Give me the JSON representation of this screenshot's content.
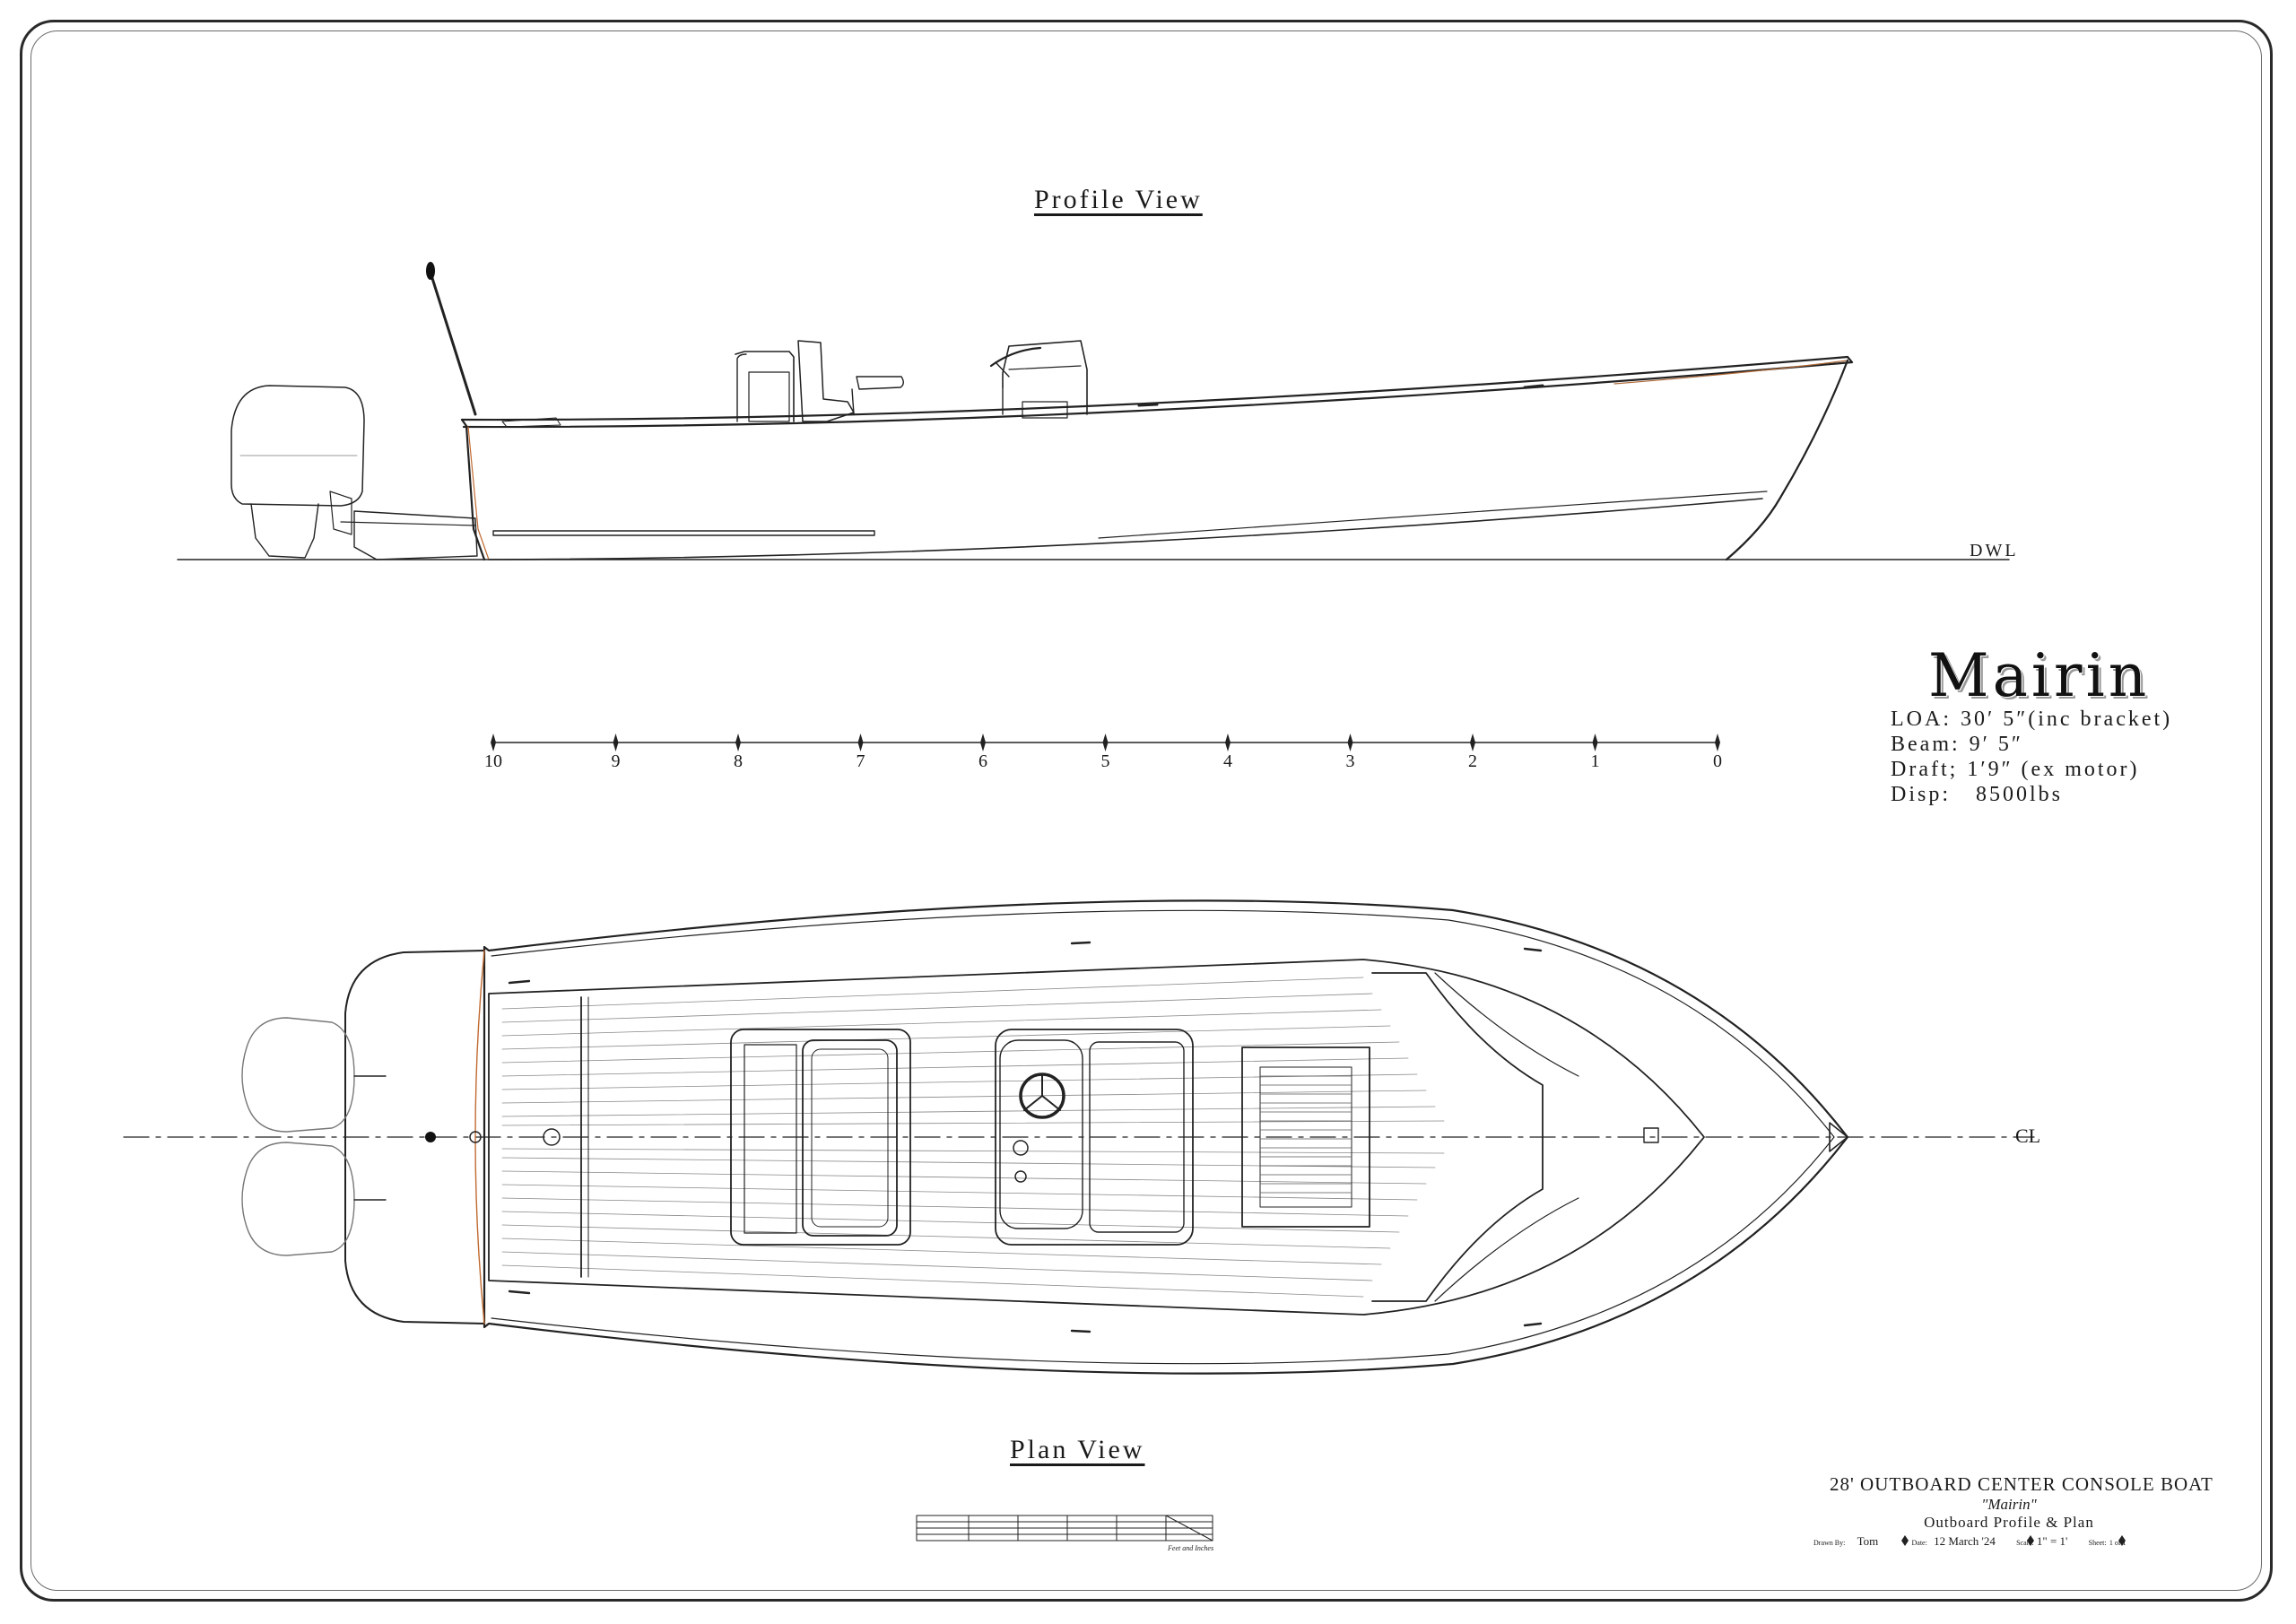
{
  "drawing": {
    "profile_title": "Profile View",
    "plan_title": "Plan View",
    "dwl_label": "DWL",
    "centerline_label": "CL",
    "scale_bar_ticks": [
      "10",
      "9",
      "8",
      "7",
      "6",
      "5",
      "4",
      "3",
      "2",
      "1",
      "0"
    ],
    "small_scale_caption": "Feet and Inches"
  },
  "specs": {
    "name": "Mairin",
    "loa_label": "LOA:",
    "loa_value": "30′ 5″(inc bracket)",
    "beam_label": "Beam:",
    "beam_value": "9′ 5″",
    "draft_label": "Draft;",
    "draft_value": "1′9″ (ex motor)",
    "disp_label": "Disp:",
    "disp_value": "8500lbs"
  },
  "title_block": {
    "line1": "28' OUTBOARD CENTER CONSOLE BOAT",
    "line2": "\"Mairin\"",
    "line3": "Outboard Profile & Plan",
    "drawn_by_label": "Drawn By:",
    "drawn_by": "Tom",
    "date_label": "Date:",
    "date": "12 March '24",
    "scale_label": "Scale:",
    "scale": "1\" = 1'",
    "sheet_label": "Sheet:",
    "sheet": "1 of 1"
  }
}
